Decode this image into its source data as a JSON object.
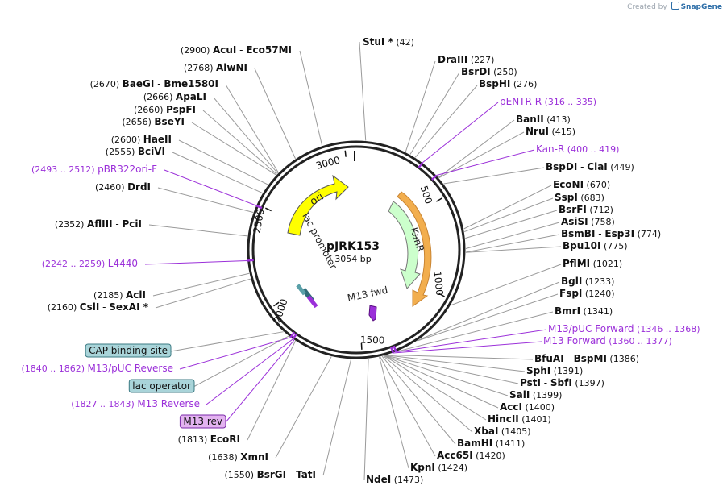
{
  "credit": {
    "prefix": "Created by",
    "brand": "SnapGene"
  },
  "plasmid": {
    "name": "pJRK153",
    "size": "3054 bp"
  },
  "ruler": [
    "500",
    "1000",
    "1500",
    "2000",
    "2500",
    "3000"
  ],
  "colors": {
    "enzyme_line": "#9a9a9a",
    "primer": "#9b30d9",
    "ori": "#ffff00",
    "kanr": "#ccffcc",
    "kanr_orf": "#f0a030",
    "misc_box": "#a9d4d9",
    "primer_box": "#e3b3f0",
    "backbone": "#222222"
  },
  "features": [
    {
      "id": "ori",
      "label": "ori",
      "color": "#ffff00"
    },
    {
      "id": "kanr",
      "label": "KanR",
      "color": "#ccffcc"
    },
    {
      "id": "lac_promoter",
      "label": "lac promoter"
    },
    {
      "id": "m13_fwd",
      "label": "M13 fwd"
    }
  ],
  "right_labels": [
    {
      "name": "StuI *",
      "pos": "(42)"
    },
    {
      "name": "DraIII",
      "pos": "(227)"
    },
    {
      "name": "BsrDI",
      "pos": "(250)"
    },
    {
      "name": "BspHI",
      "pos": "(276)"
    },
    {
      "name": "pENTR-R",
      "pos": "(316 .. 335)",
      "primer": true
    },
    {
      "name": "BanII",
      "pos": "(413)"
    },
    {
      "name": "NruI",
      "pos": "(415)"
    },
    {
      "name": "Kan-R",
      "pos": "(400 .. 419)",
      "primer": true
    },
    {
      "name": "BspDI",
      "name2": "ClaI",
      "pos": "(449)"
    },
    {
      "name": "EcoNI",
      "pos": "(670)"
    },
    {
      "name": "SspI",
      "pos": "(683)"
    },
    {
      "name": "BsrFI",
      "pos": "(712)"
    },
    {
      "name": "AsiSI",
      "pos": "(758)"
    },
    {
      "name": "BsmBI",
      "name2": "Esp3I",
      "pos": "(774)"
    },
    {
      "name": "Bpu10I",
      "pos": "(775)"
    },
    {
      "name": "PflMI",
      "pos": "(1021)"
    },
    {
      "name": "BglI",
      "pos": "(1233)"
    },
    {
      "name": "FspI",
      "pos": "(1240)"
    },
    {
      "name": "BmrI",
      "pos": "(1341)"
    },
    {
      "name": "M13/pUC Forward",
      "pos": "(1346 .. 1368)",
      "primer": true
    },
    {
      "name": "M13 Forward",
      "pos": "(1360 .. 1377)",
      "primer": true
    },
    {
      "name": "BfuAI",
      "name2": "BspMI",
      "pos": "(1386)"
    },
    {
      "name": "SphI",
      "pos": "(1391)"
    },
    {
      "name": "PstI",
      "name2": "SbfI",
      "pos": "(1397)"
    },
    {
      "name": "SalI",
      "pos": "(1399)"
    },
    {
      "name": "AccI",
      "pos": "(1400)"
    },
    {
      "name": "HincII",
      "pos": "(1401)"
    },
    {
      "name": "XbaI",
      "pos": "(1405)"
    },
    {
      "name": "BamHI",
      "pos": "(1411)"
    },
    {
      "name": "Acc65I",
      "pos": "(1420)"
    },
    {
      "name": "KpnI",
      "pos": "(1424)"
    },
    {
      "name": "NdeI",
      "pos": "(1473)"
    }
  ],
  "left_labels": [
    {
      "name": "AcuI",
      "name2": "Eco57MI",
      "pos": "(2900)"
    },
    {
      "name": "AlwNI",
      "pos": "(2768)"
    },
    {
      "name": "BaeGI",
      "name2": "Bme1580I",
      "pos": "(2670)"
    },
    {
      "name": "ApaLI",
      "pos": "(2666)"
    },
    {
      "name": "PspFI",
      "pos": "(2660)"
    },
    {
      "name": "BseYI",
      "pos": "(2656)"
    },
    {
      "name": "HaeII",
      "pos": "(2600)"
    },
    {
      "name": "BciVI",
      "pos": "(2555)"
    },
    {
      "name": "pBR322ori-F",
      "pos": "(2493 .. 2512)",
      "primer": true
    },
    {
      "name": "DrdI",
      "pos": "(2460)"
    },
    {
      "name": "AflIII",
      "name2": "PciI",
      "pos": "(2352)"
    },
    {
      "name": "L4440",
      "pos": "(2242 .. 2259)",
      "primer": true
    },
    {
      "name": "AclI",
      "pos": "(2185)"
    },
    {
      "name": "CslI",
      "name2": "SexAI *",
      "pos": "(2160)"
    },
    {
      "name": "CAP binding site",
      "box": "misc"
    },
    {
      "name": "M13/pUC Reverse",
      "pos": "(1840 .. 1862)",
      "primer": true
    },
    {
      "name": "lac operator",
      "box": "misc"
    },
    {
      "name": "M13 Reverse",
      "pos": "(1827 .. 1843)",
      "primer": true
    },
    {
      "name": "M13 rev",
      "box": "primer"
    },
    {
      "name": "EcoRI",
      "pos": "(1813)"
    },
    {
      "name": "XmnI",
      "pos": "(1638)"
    },
    {
      "name": "BsrGI",
      "name2": "TatI",
      "pos": "(1550)"
    }
  ]
}
